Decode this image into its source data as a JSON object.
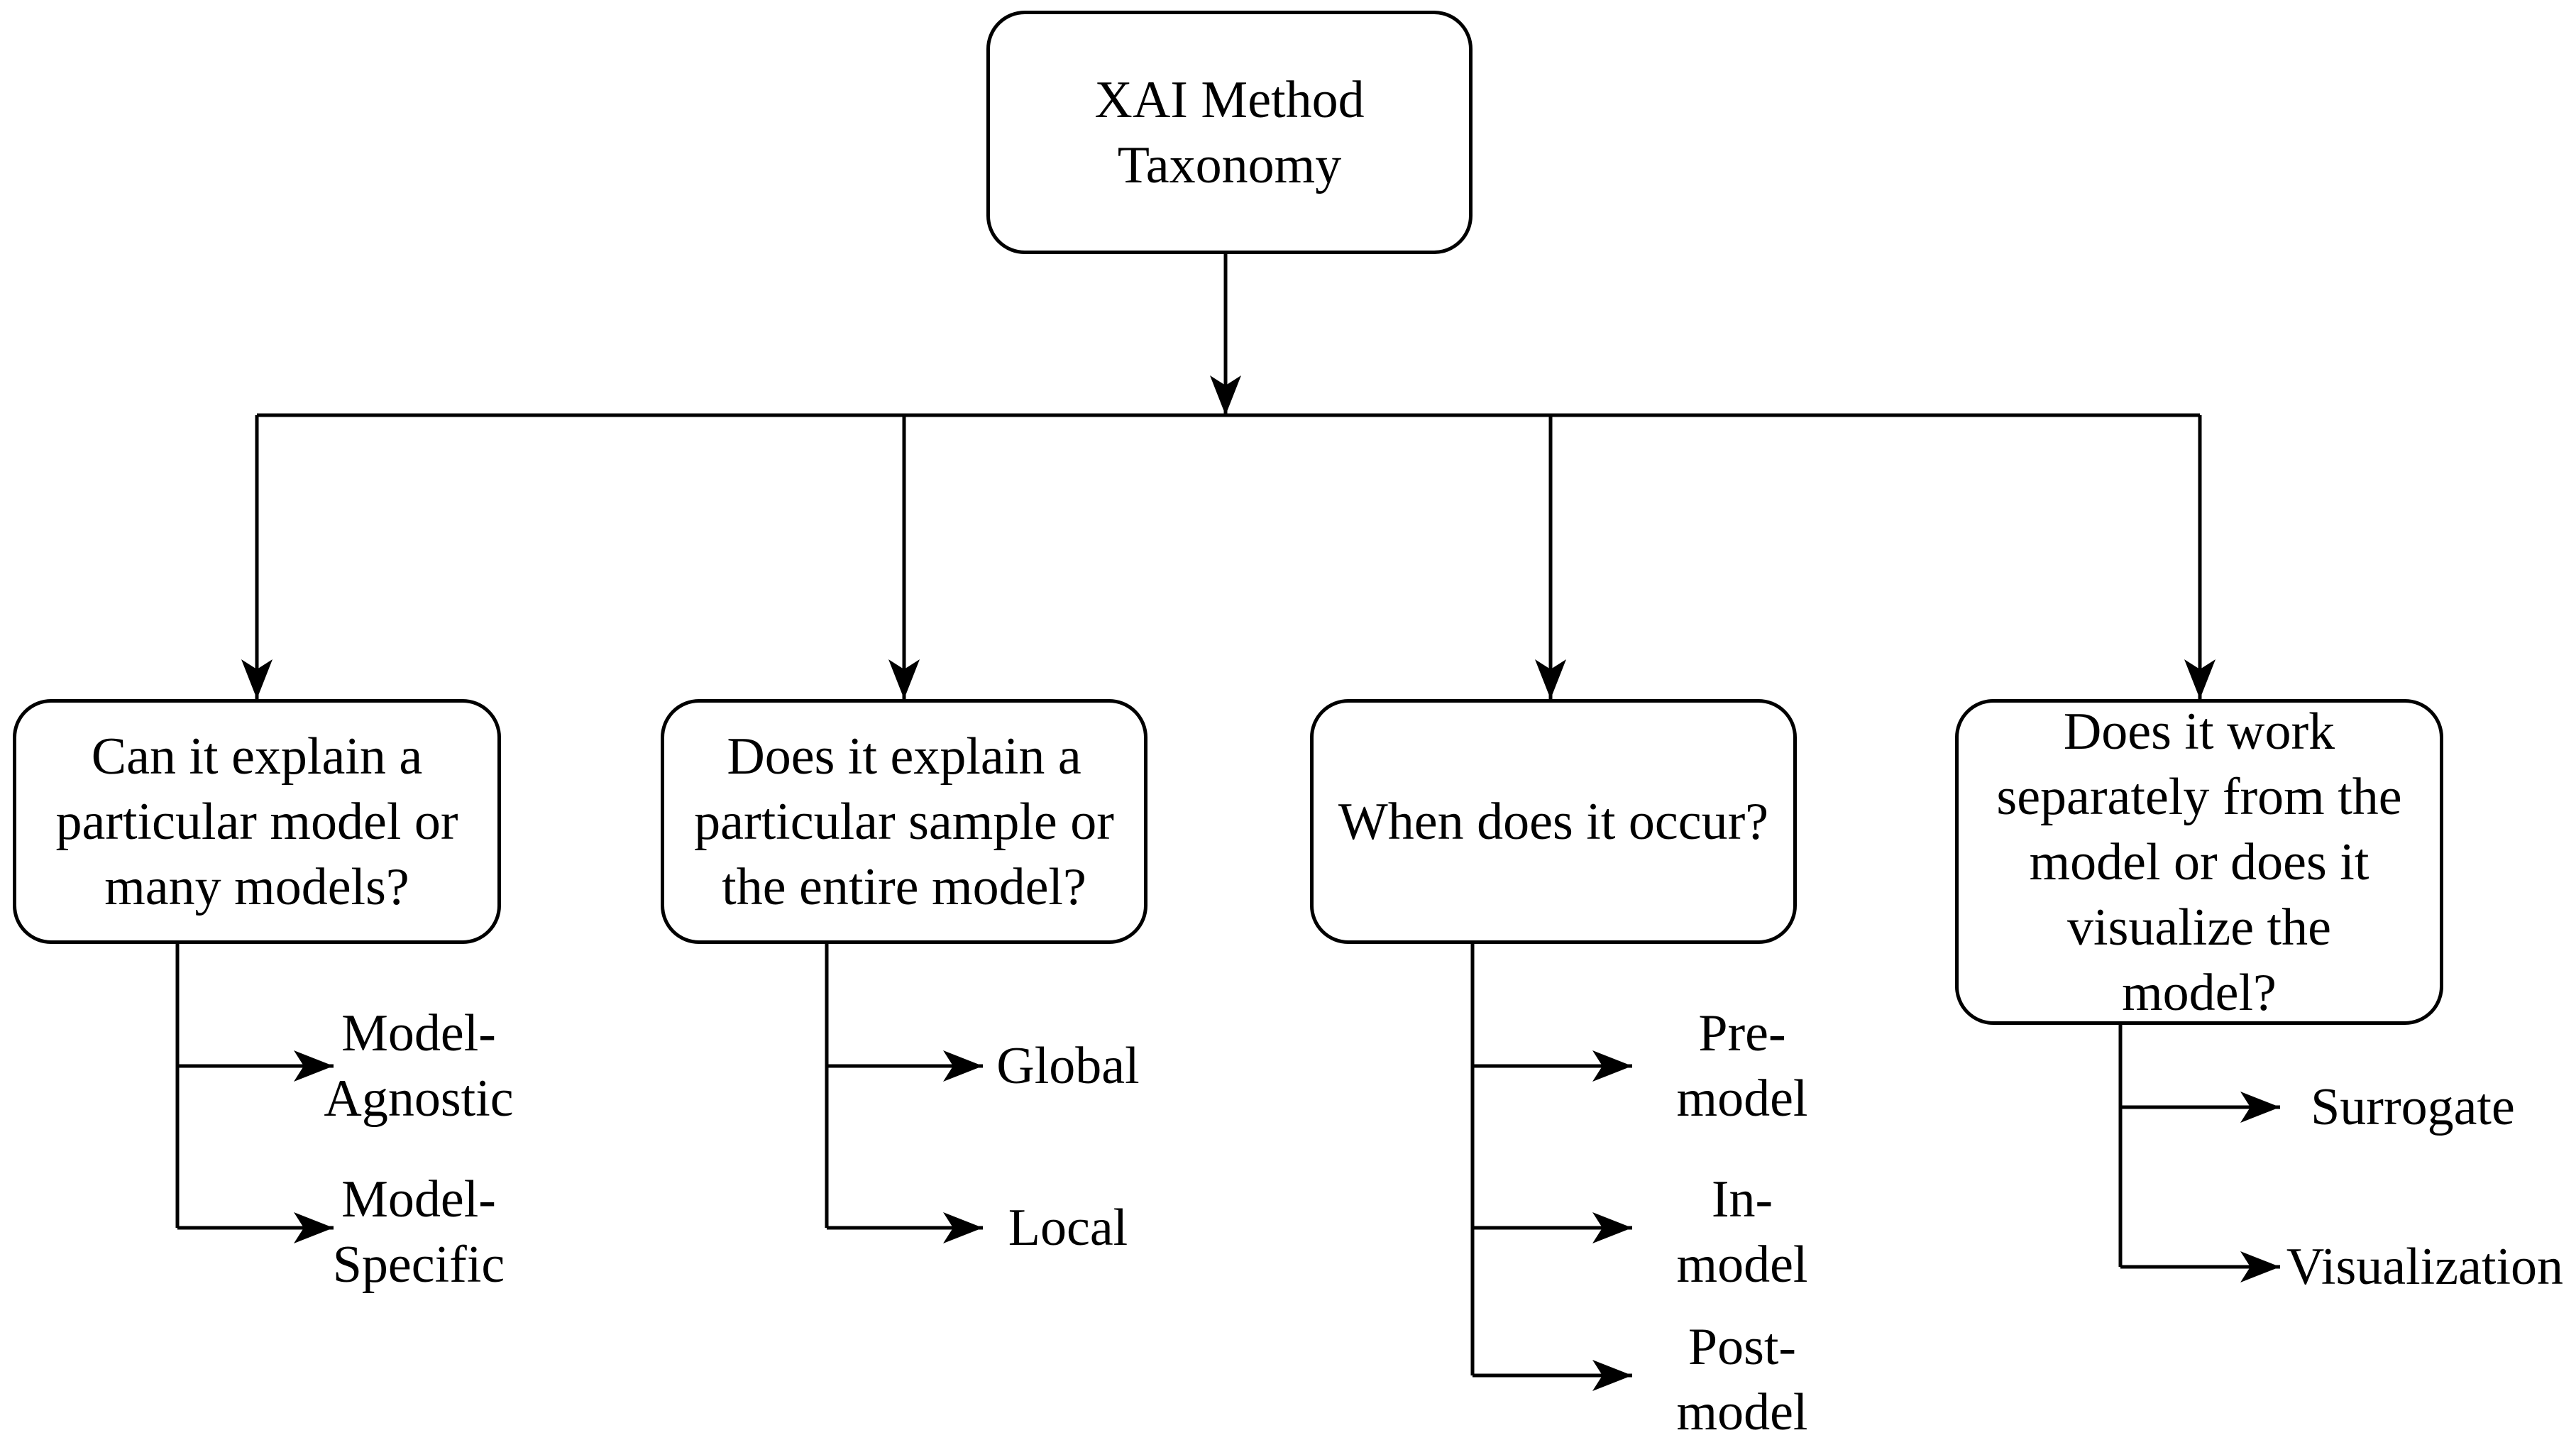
{
  "root": {
    "label": "XAI Method\nTaxonomy"
  },
  "questions": [
    {
      "label": "Can it explain a\nparticular model or\nmany models?",
      "options": [
        "Model-\nAgnostic",
        "Model-\nSpecific"
      ]
    },
    {
      "label": "Does it explain a\nparticular sample or\nthe entire model?",
      "options": [
        "Global",
        "Local"
      ]
    },
    {
      "label": "When does it occur?",
      "options": [
        "Pre-\nmodel",
        "In-\nmodel",
        "Post-\nmodel"
      ]
    },
    {
      "label": "Does it work\nseparately from the\nmodel or does it\nvisualize the\nmodel?",
      "options": [
        "Surrogate",
        "Visualization"
      ]
    }
  ],
  "colors": {
    "stroke": "#000000",
    "background": "#ffffff"
  }
}
